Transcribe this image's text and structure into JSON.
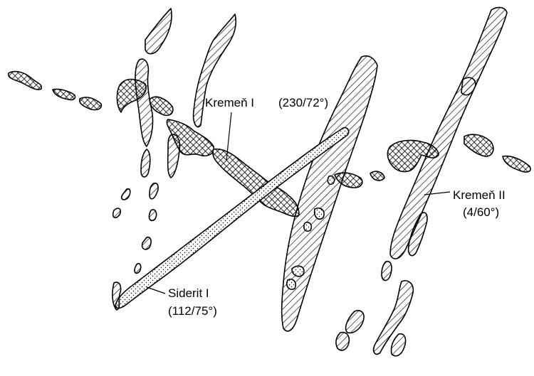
{
  "labels": {
    "kremen1": {
      "name": "Kremeň I",
      "orientation": "(230/72°)"
    },
    "kremen2": {
      "name": "Kremeň II",
      "orientation": "(4/60°)"
    },
    "siderit1": {
      "name": "Siderit I",
      "orientation": "(112/75°)"
    }
  },
  "patterns": {
    "quartz": "diagonal-hatch",
    "older-vein": "cross-hatch",
    "siderite": "stipple"
  },
  "colors": {
    "ink": "#000000",
    "paper": "#ffffff"
  }
}
